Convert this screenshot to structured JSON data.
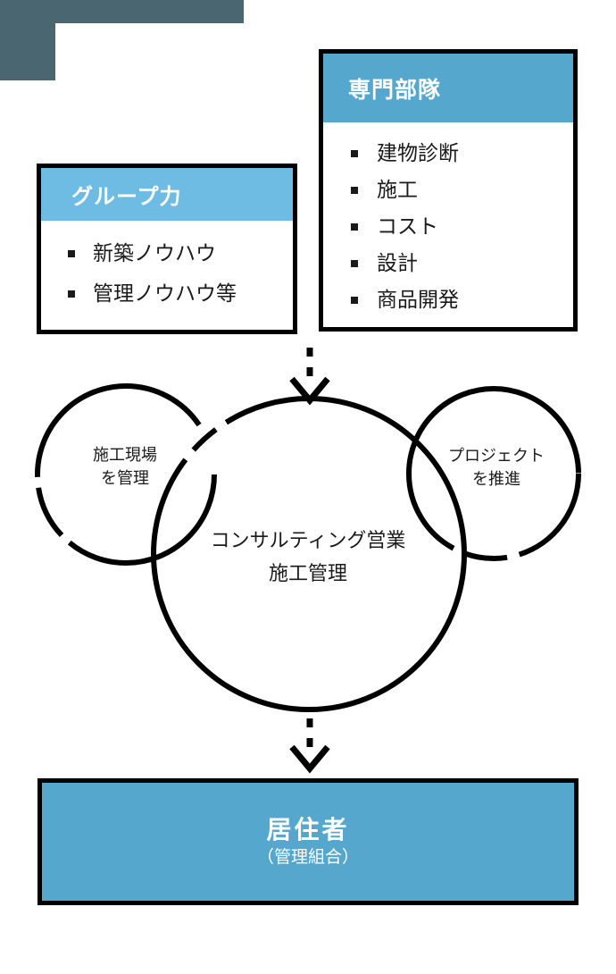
{
  "decor": {
    "teal_color": "#4A6670",
    "top_bar_name": "teal-top-bar",
    "left_bar_name": "teal-left-bar"
  },
  "palette": {
    "header_blue": "#55A7CE",
    "light_blue": "#6EBCE4",
    "teal": "#4A6670",
    "outline": "#000000",
    "text": "#1a1a1a"
  },
  "specialist_box": {
    "title": "専門部隊",
    "items": [
      {
        "label": "建物診断"
      },
      {
        "label": "施工"
      },
      {
        "label": "コスト"
      },
      {
        "label": "設計"
      },
      {
        "label": "商品開発"
      }
    ]
  },
  "group_box": {
    "title": "グループ力",
    "items": [
      {
        "label": "新築ノウハウ"
      },
      {
        "label": "管理ノウハウ等"
      }
    ]
  },
  "circles": {
    "left": {
      "line1": "施工現場",
      "line2": "を管理"
    },
    "center": {
      "line1": "コンサルティング営業",
      "line2": "施工管理"
    },
    "right": {
      "line1": "プロジェクト",
      "line2": "を推進"
    }
  },
  "resident_box": {
    "title": "居住者",
    "subtitle": "（管理組合）"
  },
  "arrows": {
    "top": {
      "name": "arrow-down-to-circles"
    },
    "bottom": {
      "name": "arrow-down-to-residents"
    }
  }
}
